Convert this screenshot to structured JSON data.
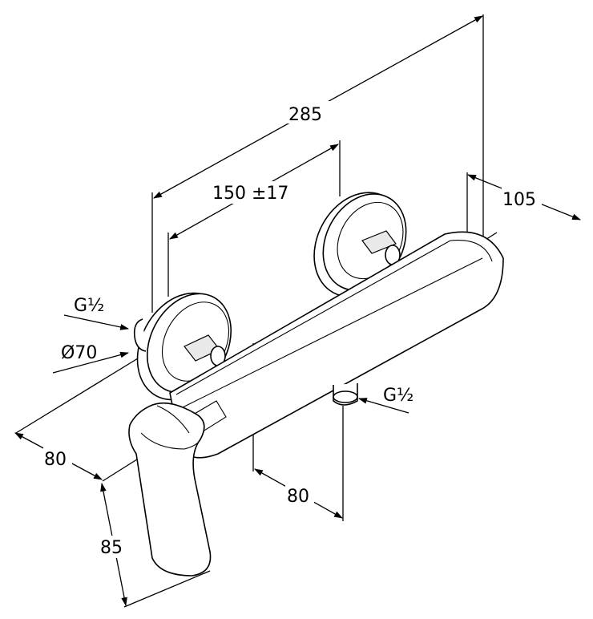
{
  "dimensions": {
    "overall_width": "285",
    "centre_distance": "150 ±17",
    "depth": "105",
    "connection_top": "G½",
    "rosette_diameter": "Ø70",
    "connection_bottom": "G½",
    "lever_offset": "80",
    "outlet_offset": "80",
    "lever_height": "85"
  }
}
